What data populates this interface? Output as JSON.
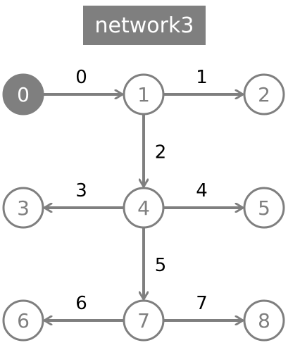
{
  "title": "network3",
  "colors": {
    "node_stroke": "#7f7f7f",
    "source_fill": "#7f7f7f",
    "edge": "#7f7f7f",
    "background": "#ffffff"
  },
  "nodes": [
    {
      "id": "0",
      "label": "0",
      "kind": "source"
    },
    {
      "id": "1",
      "label": "1",
      "kind": "normal"
    },
    {
      "id": "2",
      "label": "2",
      "kind": "normal"
    },
    {
      "id": "3",
      "label": "3",
      "kind": "normal"
    },
    {
      "id": "4",
      "label": "4",
      "kind": "normal"
    },
    {
      "id": "5",
      "label": "5",
      "kind": "normal"
    },
    {
      "id": "6",
      "label": "6",
      "kind": "normal"
    },
    {
      "id": "7",
      "label": "7",
      "kind": "normal"
    },
    {
      "id": "8",
      "label": "8",
      "kind": "normal"
    }
  ],
  "edges": [
    {
      "label": "0",
      "from": "0",
      "to": "1"
    },
    {
      "label": "1",
      "from": "1",
      "to": "2"
    },
    {
      "label": "2",
      "from": "1",
      "to": "4"
    },
    {
      "label": "3",
      "from": "4",
      "to": "3"
    },
    {
      "label": "4",
      "from": "4",
      "to": "5"
    },
    {
      "label": "5",
      "from": "4",
      "to": "7"
    },
    {
      "label": "6",
      "from": "7",
      "to": "6"
    },
    {
      "label": "7",
      "from": "7",
      "to": "8"
    }
  ]
}
